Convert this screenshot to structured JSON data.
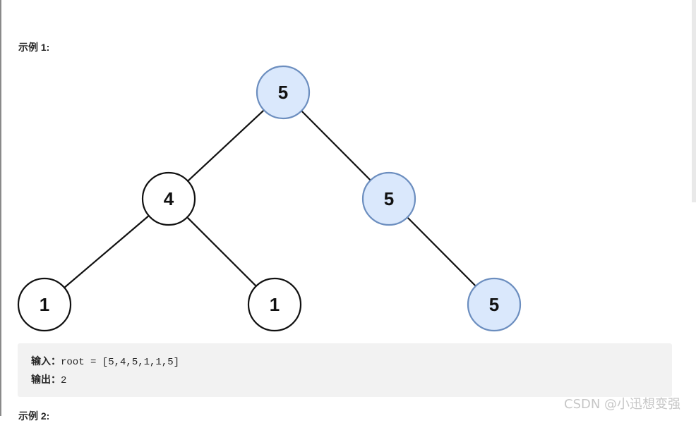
{
  "example1": {
    "heading": "示例 1:",
    "tree": {
      "nodes": [
        {
          "id": "n0",
          "value": "5",
          "highlighted": true
        },
        {
          "id": "n1",
          "value": "4",
          "highlighted": false
        },
        {
          "id": "n2",
          "value": "5",
          "highlighted": true
        },
        {
          "id": "n3",
          "value": "1",
          "highlighted": false
        },
        {
          "id": "n4",
          "value": "1",
          "highlighted": false
        },
        {
          "id": "n5",
          "value": "5",
          "highlighted": true
        }
      ],
      "edges": [
        [
          "n0",
          "n1"
        ],
        [
          "n0",
          "n2"
        ],
        [
          "n1",
          "n3"
        ],
        [
          "n1",
          "n4"
        ],
        [
          "n2",
          "n5"
        ]
      ]
    },
    "input_label": "输入：",
    "input_value": "root = [5,4,5,1,1,5]",
    "output_label": "输出：",
    "output_value": "2"
  },
  "example2": {
    "heading": "示例 2:"
  },
  "watermark": "CSDN @小迅想变强",
  "colors": {
    "highlight_fill": "#dae8fc",
    "highlight_stroke": "#6c8ebf",
    "normal_fill": "#ffffff",
    "normal_stroke": "#111111",
    "code_bg": "#f2f2f2"
  }
}
